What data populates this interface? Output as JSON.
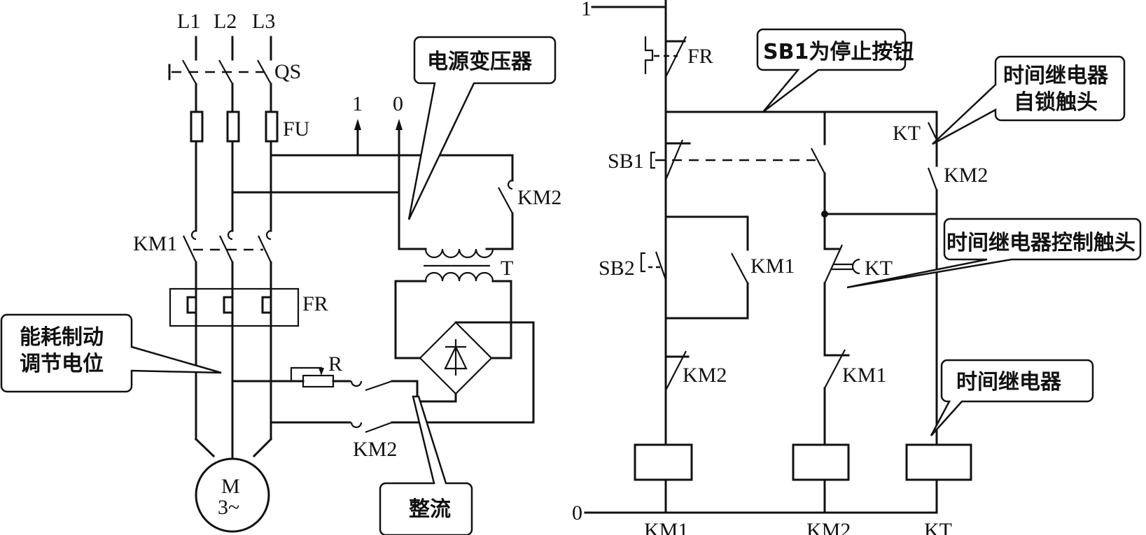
{
  "title": "能耗制动控制电路",
  "power_circuit": {
    "phases": [
      "L1",
      "L2",
      "L3"
    ],
    "isolator": "QS",
    "fuse": "FU",
    "main_contactor": "KM1",
    "thermal_relay": "FR",
    "resistor": "R",
    "brake_contactor": "KM2",
    "transformer_contactor": "KM2",
    "transformer": "T",
    "tap_1": "1",
    "tap_0": "0",
    "motor_label": "M",
    "motor_phase": "3~"
  },
  "control_circuit": {
    "supply_top": "1",
    "supply_bottom": "0",
    "fr_contact": "FR",
    "stop_button": "SB1",
    "start_button": "SB2",
    "km1_holding": "KM1",
    "km2_interlock": "KM2",
    "km1_interlock": "KM1",
    "kt_timed": "KT",
    "kt_selflock": "KT",
    "km2_selflock": "KM2",
    "coils": [
      "KM1",
      "KM2",
      "KT"
    ]
  },
  "callouts": {
    "transformer": "电源变压器",
    "brake_adjust_line1": "能耗制动",
    "brake_adjust_line2": "调节电位",
    "rectifier": "整流",
    "stop_button": "SB1为停止按钮",
    "kt_selflock_line1": "时间继电器",
    "kt_selflock_line2": "自锁触头",
    "kt_control": "时间继电器控制触头",
    "kt_relay": "时间继电器"
  }
}
